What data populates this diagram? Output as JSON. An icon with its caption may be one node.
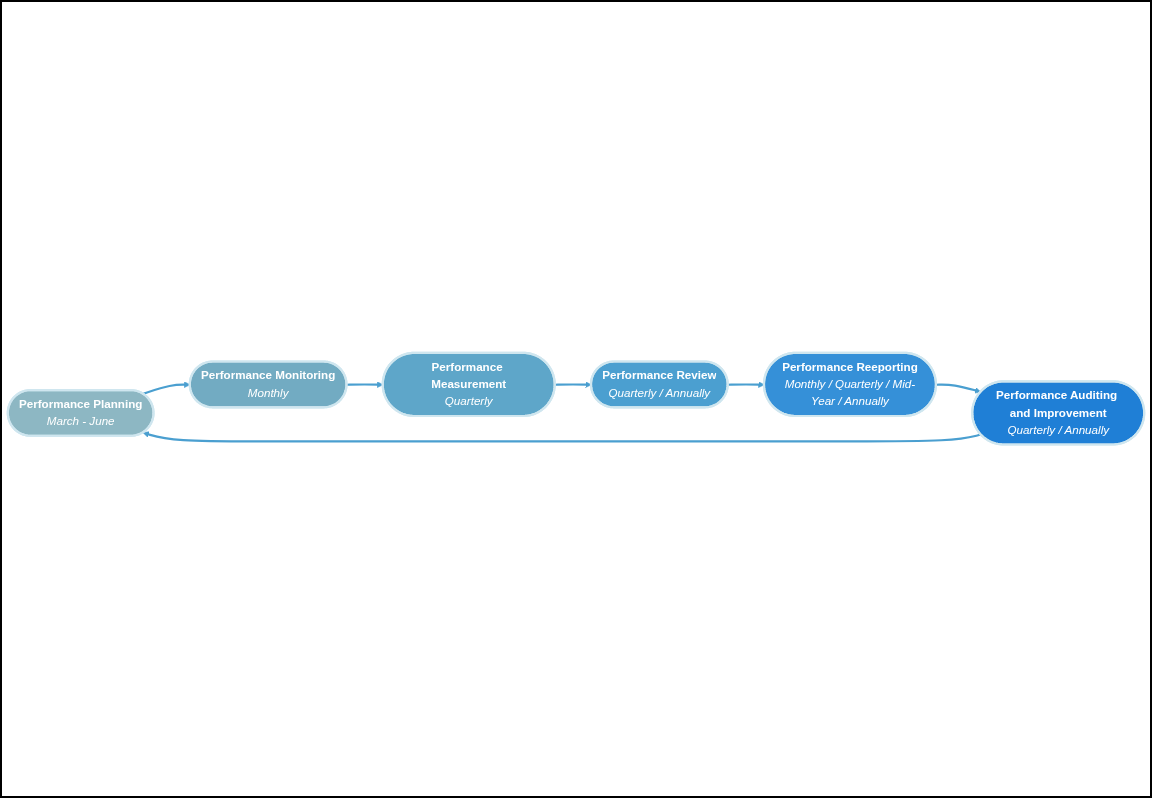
{
  "diagram": {
    "nodes": [
      {
        "text": [
          "Performance Planning",
          "March - June"
        ]
      },
      {
        "text": [
          "Performance Monitoring",
          "Monthly"
        ]
      },
      {
        "text": [
          "Performance Measurement",
          "Quarterly"
        ]
      },
      {
        "text": [
          "Performance Review",
          "Quarterly / Annually"
        ]
      },
      {
        "text": [
          "Performance Reeporting",
          "Monthly / Quarterly / Mid-Year / Annually"
        ]
      },
      {
        "text": [
          "Performance Auditing and Improvement",
          "Quarterly / Annually"
        ]
      }
    ],
    "edges": [
      {
        "from": 0,
        "to": 1,
        "arrow": "to"
      },
      {
        "from": 1,
        "to": 2,
        "arrow": "to"
      },
      {
        "from": 2,
        "to": 3,
        "arrow": "to"
      },
      {
        "from": 3,
        "to": 4,
        "arrow": "to"
      },
      {
        "from": 4,
        "to": 5,
        "arrow": "to"
      },
      {
        "from": 5,
        "to": 0,
        "arrow": "to"
      }
    ]
  }
}
